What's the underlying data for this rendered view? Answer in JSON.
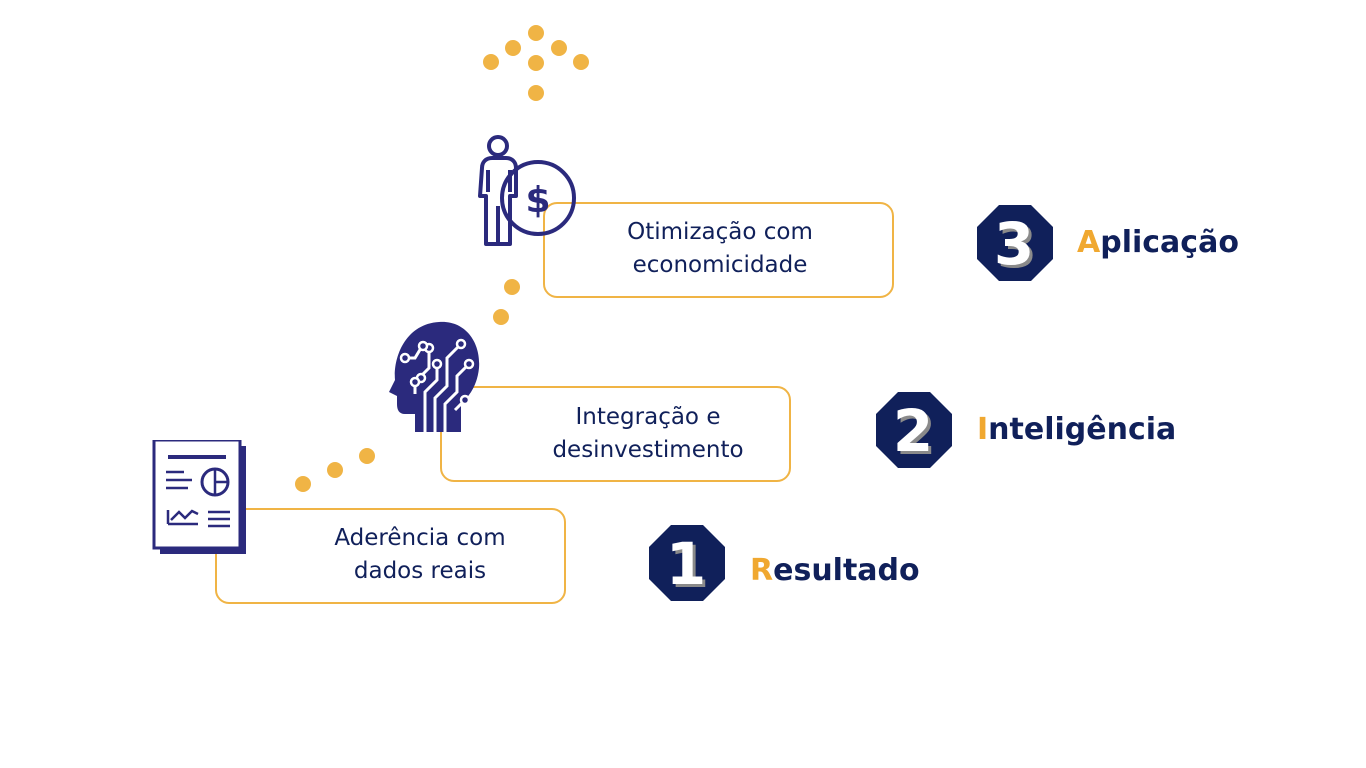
{
  "colors": {
    "accent": "#f0b445",
    "navy": "#10205a",
    "icon_navy": "#2b2a7d",
    "initial_letter": "#f0a830"
  },
  "steps": [
    {
      "number": "1",
      "line1": "Aderência com",
      "line2": "dados reais",
      "icon": "report-chart-icon",
      "level_initial": "R",
      "level_rest": "esultado"
    },
    {
      "number": "2",
      "line1": "Integração e",
      "line2": "desinvestimento",
      "icon": "ai-head-circuit-icon",
      "level_initial": "I",
      "level_rest": "nteligência"
    },
    {
      "number": "3",
      "line1": "Otimização com",
      "line2": "economicidade",
      "icon": "person-dollar-icon",
      "level_initial": "A",
      "level_rest": "plicação"
    }
  ]
}
